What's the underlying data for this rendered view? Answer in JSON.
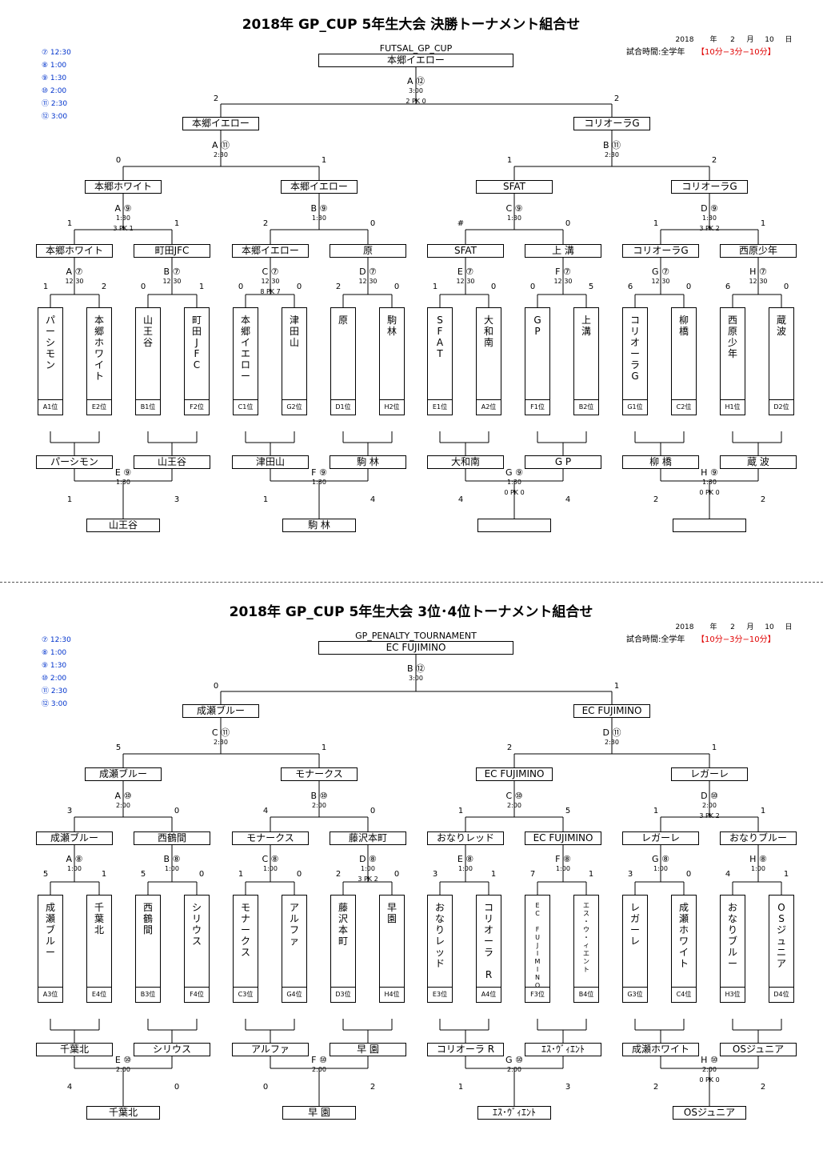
{
  "date": {
    "year": "2018",
    "year_label": "年",
    "month": "2",
    "month_label": "月",
    "day": "10",
    "day_label": "日"
  },
  "match_time": {
    "label": "試合時間:全学年",
    "value": "【10分−3分−10分】"
  },
  "time_slots": [
    "⑦ 12:30",
    "⑧ 1:00",
    "⑨ 1:30",
    "⑩ 2:00",
    "⑪ 2:30",
    "⑫ 3:00"
  ],
  "top": {
    "title": "2018年 GP_CUP  5年生大会  決勝トーナメント組合せ",
    "cup": "FUTSAL_GP_CUP",
    "champion": "本郷イエロー",
    "final": {
      "code": "A ⑫",
      "time": "3:00",
      "scoreL": "2",
      "scoreR": "2",
      "pk": "2 PK 0"
    },
    "r2": [
      {
        "name": "本郷イエロー"
      },
      {
        "name": "コリオーラG"
      }
    ],
    "semis": [
      {
        "code": "A ⑪",
        "time": "2:30",
        "scoreL": "0",
        "scoreR": "1",
        "pk": ""
      },
      {
        "code": "B ⑪",
        "time": "2:30",
        "scoreL": "1",
        "scoreR": "2",
        "pk": ""
      }
    ],
    "r4": [
      "本郷ホワイト",
      "本郷イエロー",
      "SFAT",
      "コリオーラG"
    ],
    "qf": [
      {
        "code": "A ⑨",
        "time": "1:30",
        "scoreL": "1",
        "scoreR": "1",
        "pk": "3 PK 1"
      },
      {
        "code": "B ⑨",
        "time": "1:30",
        "scoreL": "2",
        "scoreR": "0",
        "pk": ""
      },
      {
        "code": "C ⑨",
        "time": "1:30",
        "scoreL": "#",
        "scoreR": "0",
        "pk": ""
      },
      {
        "code": "D ⑨",
        "time": "1:30",
        "scoreL": "1",
        "scoreR": "1",
        "pk": "3 PK 2"
      }
    ],
    "r8": [
      "本郷ホワイト",
      "町田JFC",
      "本郷イエロー",
      "原",
      "SFAT",
      "上 溝",
      "コリオーラG",
      "西原少年"
    ],
    "r1": [
      {
        "code": "A ⑦",
        "time": "12:30",
        "scoreL": "1",
        "scoreR": "2",
        "pk": ""
      },
      {
        "code": "B ⑦",
        "time": "12:30",
        "scoreL": "0",
        "scoreR": "1",
        "pk": ""
      },
      {
        "code": "C ⑦",
        "time": "12:30",
        "scoreL": "0",
        "scoreR": "0",
        "pk": "8 PK 7"
      },
      {
        "code": "D ⑦",
        "time": "12:30",
        "scoreL": "2",
        "scoreR": "0",
        "pk": ""
      },
      {
        "code": "E ⑦",
        "time": "12:30",
        "scoreL": "1",
        "scoreR": "0",
        "pk": ""
      },
      {
        "code": "F ⑦",
        "time": "12:30",
        "scoreL": "0",
        "scoreR": "5",
        "pk": ""
      },
      {
        "code": "G ⑦",
        "time": "12:30",
        "scoreL": "6",
        "scoreR": "0",
        "pk": ""
      },
      {
        "code": "H ⑦",
        "time": "12:30",
        "scoreL": "6",
        "scoreR": "0",
        "pk": ""
      }
    ],
    "teams": [
      {
        "name": "パーシモン",
        "rank": "A1位"
      },
      {
        "name": "本郷ホワイト",
        "rank": "E2位"
      },
      {
        "name": "山王谷",
        "rank": "B1位"
      },
      {
        "name": "町田JFC",
        "rank": "F2位"
      },
      {
        "name": "本郷イエロー",
        "rank": "C1位"
      },
      {
        "name": "津田山",
        "rank": "G2位"
      },
      {
        "name": "原",
        "rank": "D1位"
      },
      {
        "name": "駒林",
        "rank": "H2位"
      },
      {
        "name": "SFAT",
        "rank": "E1位"
      },
      {
        "name": "大和南",
        "rank": "A2位"
      },
      {
        "name": "GP",
        "rank": "F1位"
      },
      {
        "name": "上溝",
        "rank": "B2位"
      },
      {
        "name": "コリオーラG",
        "rank": "G1位"
      },
      {
        "name": "柳橋",
        "rank": "C2位"
      },
      {
        "name": "西原少年",
        "rank": "H1位"
      },
      {
        "name": "蔵波",
        "rank": "D2位"
      }
    ],
    "losers": [
      "パーシモン",
      "山王谷",
      "津田山",
      "駒 林",
      "大和南",
      "G P",
      "柳 橋",
      "蔵 波"
    ],
    "cons": [
      {
        "code": "E ⑨",
        "time": "1:30",
        "scoreL": "1",
        "scoreR": "3",
        "pk": ""
      },
      {
        "code": "F ⑨",
        "time": "1:30",
        "scoreL": "1",
        "scoreR": "4",
        "pk": ""
      },
      {
        "code": "G ⑨",
        "time": "1:30",
        "scoreL": "4",
        "scoreR": "4",
        "pk": "0 PK 0"
      },
      {
        "code": "H ⑨",
        "time": "1:30",
        "scoreL": "2",
        "scoreR": "2",
        "pk": "0 PK 0"
      }
    ],
    "cons_winners": [
      "山王谷",
      "駒 林",
      "",
      ""
    ]
  },
  "bottom": {
    "title": "2018年 GP_CUP  5年生大会  3位･4位トーナメント組合せ",
    "cup": "GP_PENALTY_TOURNAMENT",
    "champion": "EC FUJIMINO",
    "final": {
      "code": "B ⑫",
      "time": "3:00",
      "scoreL": "0",
      "scoreR": "1",
      "pk": ""
    },
    "r2": [
      {
        "name": "成瀬ブルー"
      },
      {
        "name": "EC FUJIMINO"
      }
    ],
    "semis": [
      {
        "code": "C ⑪",
        "time": "2:30",
        "scoreL": "5",
        "scoreR": "1",
        "pk": ""
      },
      {
        "code": "D ⑪",
        "time": "2:30",
        "scoreL": "2",
        "scoreR": "1",
        "pk": ""
      }
    ],
    "r4": [
      "成瀬ブルー",
      "モナークス",
      "EC FUJIMINO",
      "レガーレ"
    ],
    "qf": [
      {
        "code": "A ⑩",
        "time": "2:00",
        "scoreL": "3",
        "scoreR": "0",
        "pk": ""
      },
      {
        "code": "B ⑩",
        "time": "2:00",
        "scoreL": "4",
        "scoreR": "0",
        "pk": ""
      },
      {
        "code": "C ⑩",
        "time": "2:00",
        "scoreL": "1",
        "scoreR": "5",
        "pk": ""
      },
      {
        "code": "D ⑩",
        "time": "2:00",
        "scoreL": "1",
        "scoreR": "1",
        "pk": "3 PK 2"
      }
    ],
    "r8": [
      "成瀬ブルー",
      "西鶴間",
      "モナークス",
      "藤沢本町",
      "おなりレッド",
      "EC FUJIMINO",
      "レガーレ",
      "おなりブルー"
    ],
    "r1": [
      {
        "code": "A ⑧",
        "time": "1:00",
        "scoreL": "5",
        "scoreR": "1",
        "pk": ""
      },
      {
        "code": "B ⑧",
        "time": "1:00",
        "scoreL": "5",
        "scoreR": "0",
        "pk": ""
      },
      {
        "code": "C ⑧",
        "time": "1:00",
        "scoreL": "1",
        "scoreR": "0",
        "pk": ""
      },
      {
        "code": "D ⑧",
        "time": "1:00",
        "scoreL": "2",
        "scoreR": "0",
        "pk": "3 PK 2"
      },
      {
        "code": "E ⑧",
        "time": "1:00",
        "scoreL": "3",
        "scoreR": "1",
        "pk": ""
      },
      {
        "code": "F ⑧",
        "time": "1:00",
        "scoreL": "7",
        "scoreR": "1",
        "pk": ""
      },
      {
        "code": "G ⑧",
        "time": "1:00",
        "scoreL": "3",
        "scoreR": "0",
        "pk": ""
      },
      {
        "code": "H ⑧",
        "time": "1:00",
        "scoreL": "4",
        "scoreR": "1",
        "pk": ""
      }
    ],
    "teams": [
      {
        "name": "成瀬ブルー",
        "rank": "A3位"
      },
      {
        "name": "千葉北",
        "rank": "E4位"
      },
      {
        "name": "西鶴間",
        "rank": "B3位"
      },
      {
        "name": "シリウス",
        "rank": "F4位"
      },
      {
        "name": "モナークス",
        "rank": "C3位"
      },
      {
        "name": "アルファ",
        "rank": "G4位"
      },
      {
        "name": "藤沢本町",
        "rank": "D3位"
      },
      {
        "name": "早園",
        "rank": "H4位"
      },
      {
        "name": "おなりレッド",
        "rank": "E3位"
      },
      {
        "name": "コリオーラ R",
        "rank": "A4位"
      },
      {
        "name": "EC FUJIMINO",
        "rank": "F3位"
      },
      {
        "name": "エス・ウ・ィエント",
        "rank": "B4位"
      },
      {
        "name": "レガーレ",
        "rank": "G3位"
      },
      {
        "name": "成瀬ホワイト",
        "rank": "C4位"
      },
      {
        "name": "おなりブルー",
        "rank": "H3位"
      },
      {
        "name": "OSジュニア",
        "rank": "D4位"
      }
    ],
    "losers": [
      "千葉北",
      "シリウス",
      "アルファ",
      "早 園",
      "コリオーラ R",
      "ｴｽ･ｳﾞｨｴﾝﾄ",
      "成瀬ホワイト",
      "OSジュニア"
    ],
    "cons": [
      {
        "code": "E ⑩",
        "time": "2:00",
        "scoreL": "4",
        "scoreR": "0",
        "pk": ""
      },
      {
        "code": "F ⑩",
        "time": "2:00",
        "scoreL": "0",
        "scoreR": "2",
        "pk": ""
      },
      {
        "code": "G ⑩",
        "time": "2:00",
        "scoreL": "1",
        "scoreR": "3",
        "pk": ""
      },
      {
        "code": "H ⑩",
        "time": "2:00",
        "scoreL": "2",
        "scoreR": "2",
        "pk": "0 PK 0"
      }
    ],
    "cons_winners": [
      "千葉北",
      "早 園",
      "ｴｽ･ｳﾞｨｴﾝﾄ",
      "OSジュニア"
    ]
  }
}
